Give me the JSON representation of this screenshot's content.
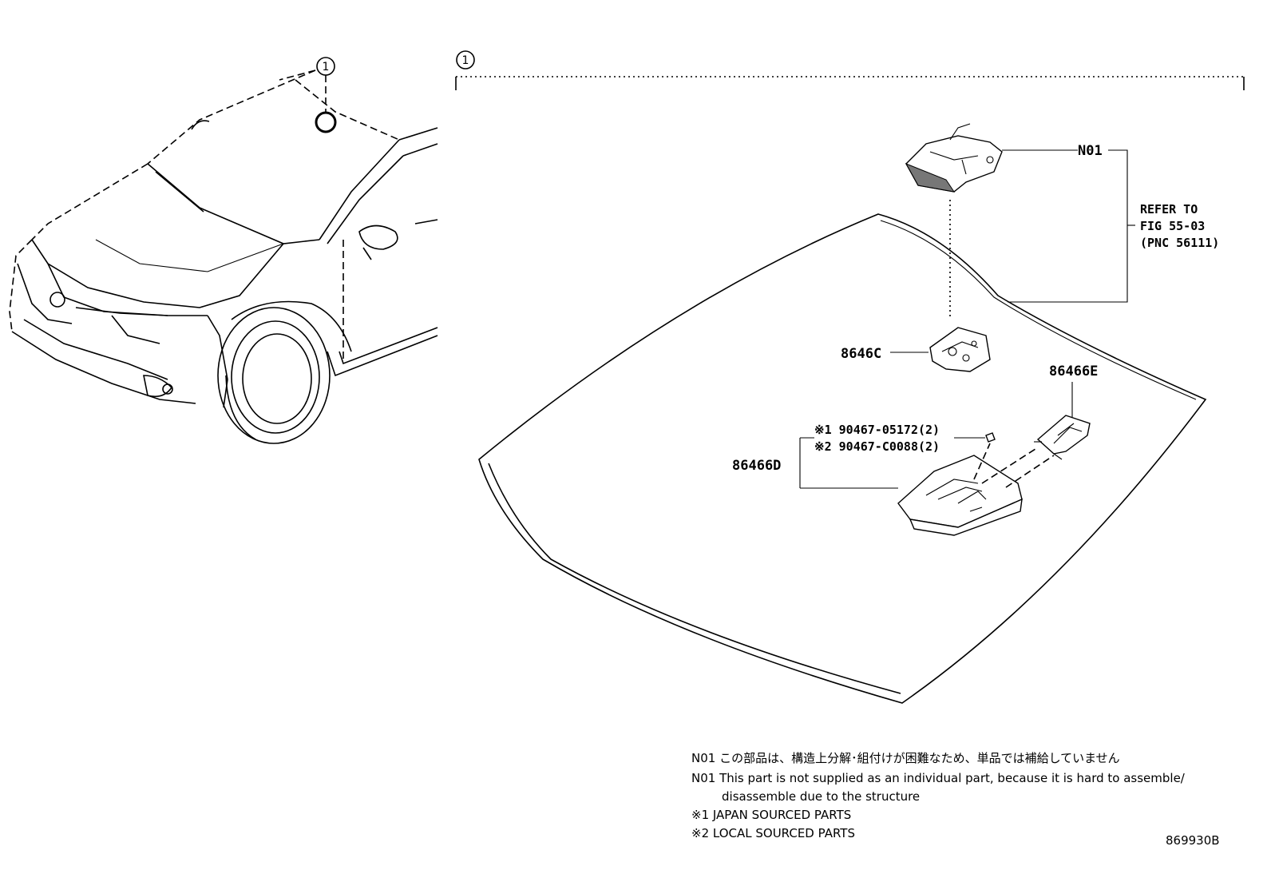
{
  "callouts": {
    "assembly_ref": "1",
    "vehicle_ref": "1"
  },
  "parts": {
    "n01": "N01",
    "p8646c": "8646C",
    "p86466e": "86466E",
    "p86466d": "86466D",
    "screw1": "※1 90467-05172(2)",
    "screw2": "※2 90467-C0088(2)"
  },
  "refer": {
    "line1": "REFER TO",
    "line2": "FIG 55-03",
    "line3": "(PNC 56111)"
  },
  "notes": {
    "n01_jp": "N01 この部品は、構造上分解･組付けが困難なため、単品では補給していません",
    "n01_en_1": "N01 This part is not supplied as an individual part, because it is hard to assemble/",
    "n01_en_2": "disassemble due to the structure",
    "src1": "※1 JAPAN SOURCED PARTS",
    "src2": "※2 LOCAL SOURCED PARTS"
  },
  "figure_id": "869930B"
}
